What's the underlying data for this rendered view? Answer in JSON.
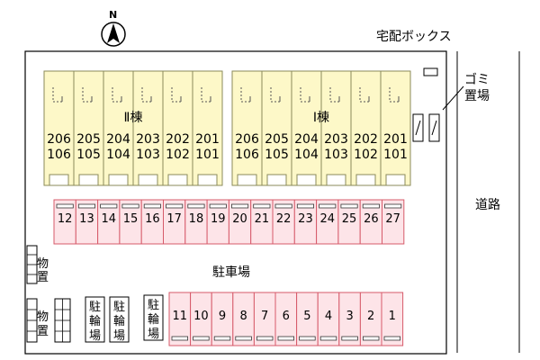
{
  "compass": {
    "label": "N"
  },
  "labels": {
    "delivery_box": "宅配ボックス",
    "garbage": [
      "ゴミ",
      "置場"
    ],
    "road": "道路",
    "parking": "駐車場",
    "storage": [
      "物",
      "置"
    ],
    "bike": [
      "駐",
      "輪",
      "場"
    ]
  },
  "buildings": [
    {
      "name": "Ⅱ棟",
      "upper": [
        "206",
        "205",
        "204",
        "203",
        "202",
        "201"
      ],
      "lower": [
        "106",
        "105",
        "104",
        "103",
        "102",
        "101"
      ]
    },
    {
      "name": "Ⅰ棟",
      "upper": [
        "206",
        "205",
        "204",
        "203",
        "202",
        "201"
      ],
      "lower": [
        "106",
        "105",
        "104",
        "103",
        "102",
        "101"
      ]
    }
  ],
  "parking_upper": [
    "12",
    "13",
    "14",
    "15",
    "16",
    "17",
    "18",
    "19",
    "20",
    "21",
    "22",
    "23",
    "24",
    "25",
    "26",
    "27"
  ],
  "parking_lower": [
    "11",
    "10",
    "9",
    "8",
    "7",
    "6",
    "5",
    "4",
    "3",
    "2",
    "1"
  ],
  "colors": {
    "building_fill": "#fdf8c8",
    "building_stroke": "#8a8a5a",
    "parking_fill": "#fde4e8",
    "parking_stroke": "#d65a6a"
  }
}
